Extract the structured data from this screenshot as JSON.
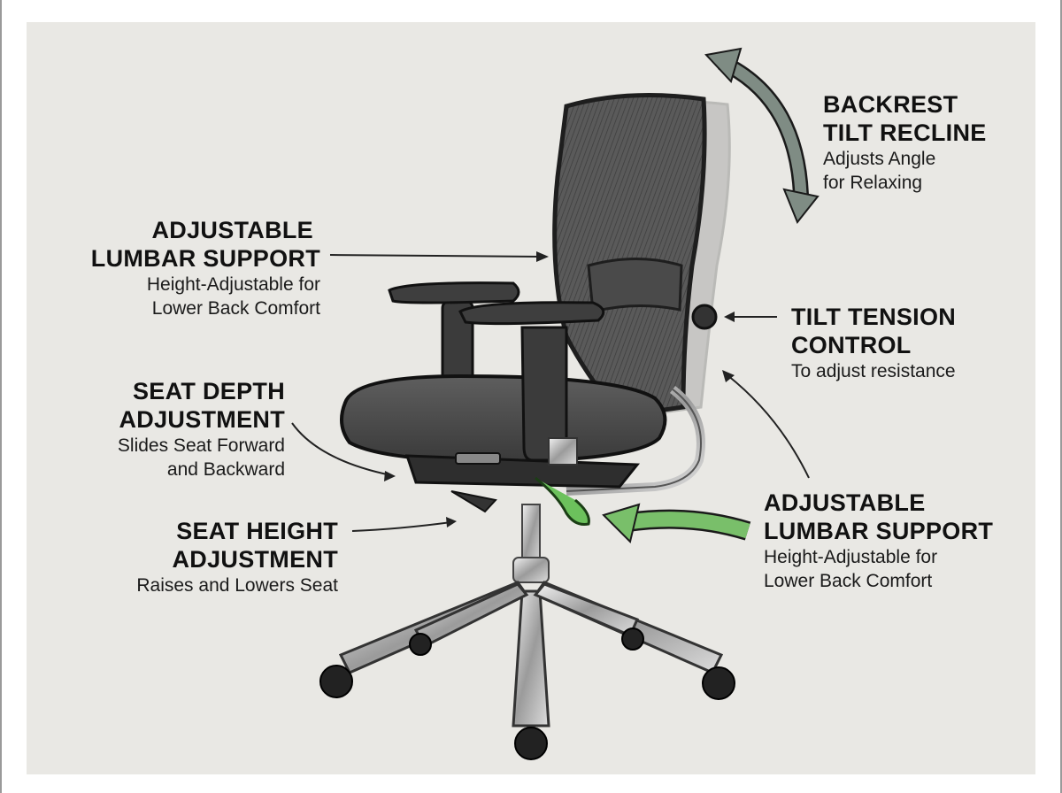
{
  "diagram": {
    "subject": "Ergonomic office chair",
    "colors": {
      "background_panel": "#e9e8e4",
      "page": "#ffffff",
      "recline_arrow": "#7f8c84",
      "lumbar_arrow": "#79bf6a",
      "lever_accent": "#6cc15c",
      "text": "#111111"
    },
    "callouts": [
      {
        "id": "backrest-tilt",
        "title_line1": "BACKREST",
        "title_line2": "TILT RECLINE",
        "desc_line1": "Adjusts Angle",
        "desc_line2": "for Relaxing"
      },
      {
        "id": "lumbar-left",
        "title_line1": "ADJUSTABLE",
        "title_line2": "LUMBAR SUPPORT",
        "desc_line1": "Height-Adjustable for",
        "desc_line2": "Lower Back Comfort"
      },
      {
        "id": "tilt-tension",
        "title_line1": "TILT TENSION",
        "title_line2": "CONTROL",
        "desc_line1": "To adjust resistance",
        "desc_line2": ""
      },
      {
        "id": "seat-depth",
        "title_line1": "SEAT DEPTH",
        "title_line2": "ADJUSTMENT",
        "desc_line1": "Slides Seat Forward",
        "desc_line2": "and Backward"
      },
      {
        "id": "seat-height",
        "title_line1": "SEAT HEIGHT",
        "title_line2": "ADJUSTMENT",
        "desc_line1": "Raises and Lowers Seat",
        "desc_line2": ""
      },
      {
        "id": "lumbar-right",
        "title_line1": "ADJUSTABLE",
        "title_line2": "LUMBAR SUPPORT",
        "desc_line1": "Height-Adjustable for",
        "desc_line2": "Lower Back Comfort"
      }
    ]
  }
}
